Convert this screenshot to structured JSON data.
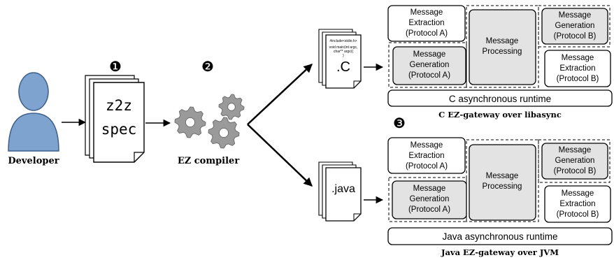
{
  "actors": {
    "developer_label": "Developer",
    "compiler_label": "EZ compiler"
  },
  "steps": {
    "one": "❶",
    "two": "❷",
    "three": "❸"
  },
  "spec_doc": {
    "line1": "z2z",
    "line2": "spec"
  },
  "c_doc": {
    "code_line1": "#include<stdio.h>",
    "code_line2": "void main(int argc,",
    "code_line3": "char** argv){",
    "code_line4": "}",
    "ext": ".C"
  },
  "java_doc": {
    "ext": ".java"
  },
  "gateway_c": {
    "extraction_a": [
      "Message",
      "Extraction",
      "(Protocol A)"
    ],
    "generation_a": [
      "Message",
      "Generation",
      "(Protocol A)"
    ],
    "processing": [
      "Message",
      "Processing"
    ],
    "generation_b": [
      "Message",
      "Generation",
      "(Protocol B)"
    ],
    "extraction_b": [
      "Message",
      "Extraction",
      "(Protocol B)"
    ],
    "runtime": "C asynchronous runtime",
    "caption": "C EZ-gateway over libasync"
  },
  "gateway_java": {
    "extraction_a": [
      "Message",
      "Extraction",
      "(Protocol A)"
    ],
    "generation_a": [
      "Message",
      "Generation",
      "(Protocol A)"
    ],
    "processing": [
      "Message",
      "Processing"
    ],
    "generation_b": [
      "Message",
      "Generation",
      "(Protocol B)"
    ],
    "extraction_b": [
      "Message",
      "Extraction",
      "(Protocol B)"
    ],
    "runtime": "Java asynchronous runtime",
    "caption": "Java EZ-gateway over JVM"
  },
  "colors": {
    "developer_fill": "#7fa3cf",
    "developer_stroke": "#3d5f8a",
    "gear_fill": "#9a9a9a",
    "gear_stroke": "#6e6e6e",
    "box_shaded": "#e3e3e3",
    "stroke": "#000000"
  }
}
